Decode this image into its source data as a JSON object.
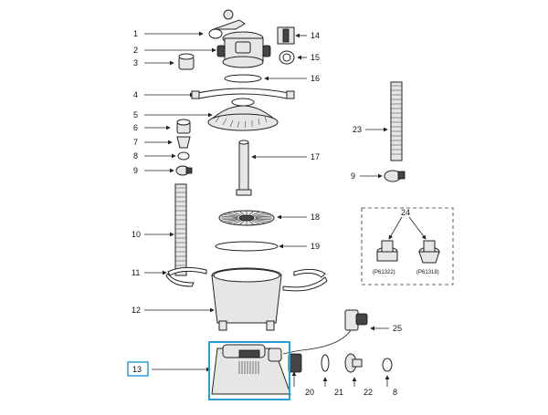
{
  "callouts": {
    "c1": "1",
    "c2": "2",
    "c3": "3",
    "c4": "4",
    "c5": "5",
    "c6": "6",
    "c7": "7",
    "c8a": "8",
    "c8b": "8",
    "c9a": "9",
    "c9b": "9",
    "c10": "10",
    "c11": "11",
    "c12": "12",
    "c13": "13",
    "c14": "14",
    "c15": "15",
    "c16": "16",
    "c17": "17",
    "c18": "18",
    "c19": "19",
    "c20": "20",
    "c21": "21",
    "c22": "22",
    "c23": "23",
    "c24": "24",
    "c25": "25"
  },
  "inset": {
    "left_code": "(P61322)",
    "right_code": "(P61318)"
  },
  "colors": {
    "highlight": "#2a9fd6",
    "line": "#222222",
    "part_fill": "#e6e6e6"
  },
  "highlighted_part": "13"
}
